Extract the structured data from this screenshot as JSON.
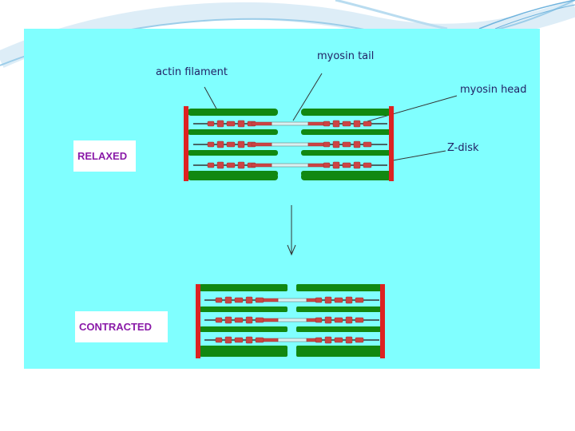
{
  "labels": {
    "actin_filament": "actin filament",
    "myosin_tail": "myosin tail",
    "myosin_head": "myosin head",
    "z_disk": "Z-disk"
  },
  "states": {
    "relaxed": "RELAXED",
    "contracted": "CONTRACTED"
  },
  "colors": {
    "panel_background": "#80ffff",
    "actin": "#118811",
    "z_disk": "#dd2222",
    "myosin": "#cc4444",
    "label_text": "#222266",
    "state_text": "#8a1aa8"
  }
}
